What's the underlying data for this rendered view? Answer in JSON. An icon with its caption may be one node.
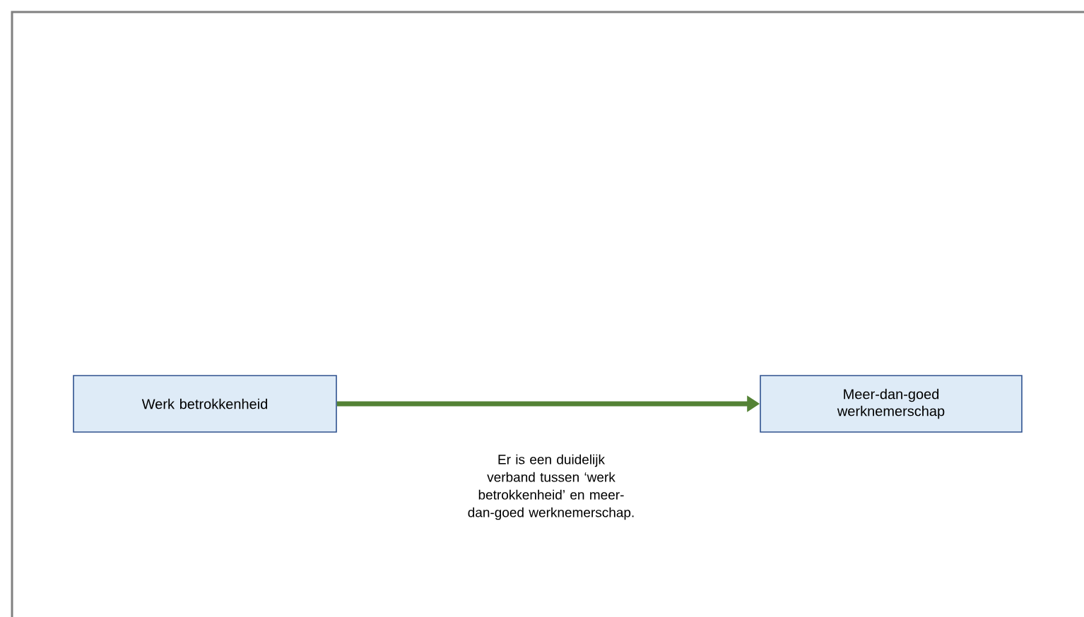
{
  "diagram": {
    "nodes": [
      {
        "text": [
          "Werk betrokkenheid"
        ]
      },
      {
        "text": [
          "Meer-dan-goed werknemerschap"
        ]
      }
    ],
    "edges": [
      {
        "from": 0,
        "to": 1,
        "arrow": "to"
      }
    ],
    "labels": [
      "Er is een duidelijk verband tussen ‘werk betrokkenheid’ en meer-dan-goed werknemerschap."
    ]
  }
}
